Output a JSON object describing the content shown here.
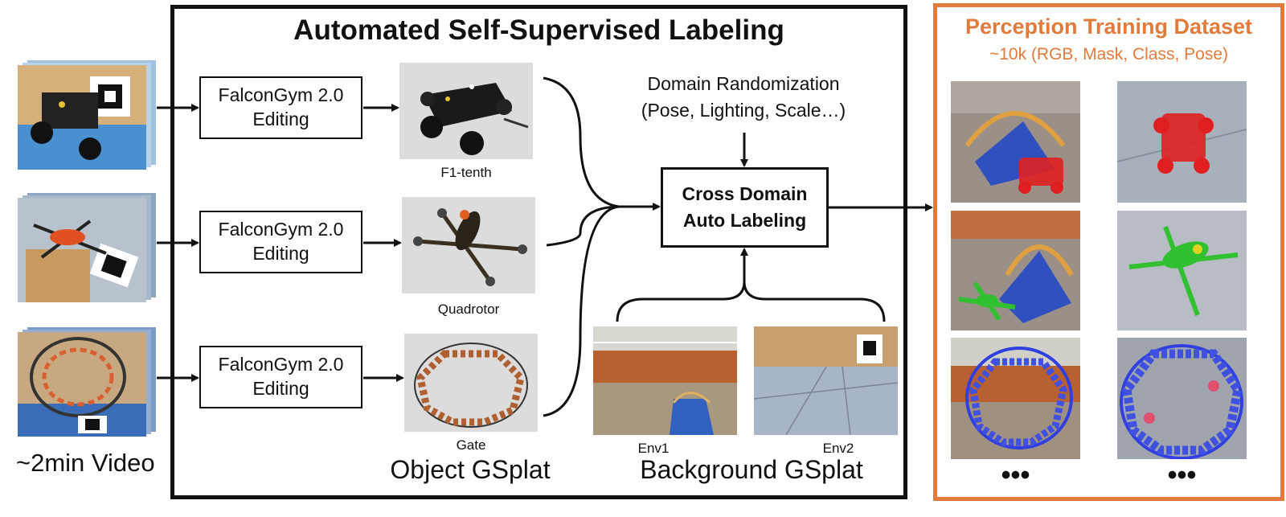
{
  "header": {
    "title": "Automated Self-Supervised Labeling"
  },
  "inputs": {
    "caption": "~2min Video"
  },
  "editing": {
    "boxes": [
      {
        "line1": "FalconGym 2.0",
        "line2": "Editing"
      },
      {
        "line1": "FalconGym 2.0",
        "line2": "Editing"
      },
      {
        "line1": "FalconGym 2.0",
        "line2": "Editing"
      }
    ]
  },
  "objects": {
    "labels": [
      "F1-tenth",
      "Quadrotor",
      "Gate"
    ],
    "caption": "Object GSplat"
  },
  "domain_randomization": {
    "line1": "Domain Randomization",
    "line2": "(Pose, Lighting, Scale…)"
  },
  "cross_domain": {
    "line1": "Cross Domain",
    "line2": "Auto Labeling"
  },
  "background": {
    "labels": [
      "Env1",
      "Env2"
    ],
    "caption": "Background GSplat"
  },
  "dataset": {
    "title": "Perception Training Dataset",
    "subtitle": "~10k (RGB, Mask, Class, Pose)",
    "ellipsis": [
      "•••",
      "•••"
    ],
    "mask_colors": {
      "car": "#e02020",
      "quad": "#30c030",
      "gate": "#3040e0"
    }
  },
  "colors": {
    "accent": "#e07b3c",
    "stroke": "#111111"
  }
}
